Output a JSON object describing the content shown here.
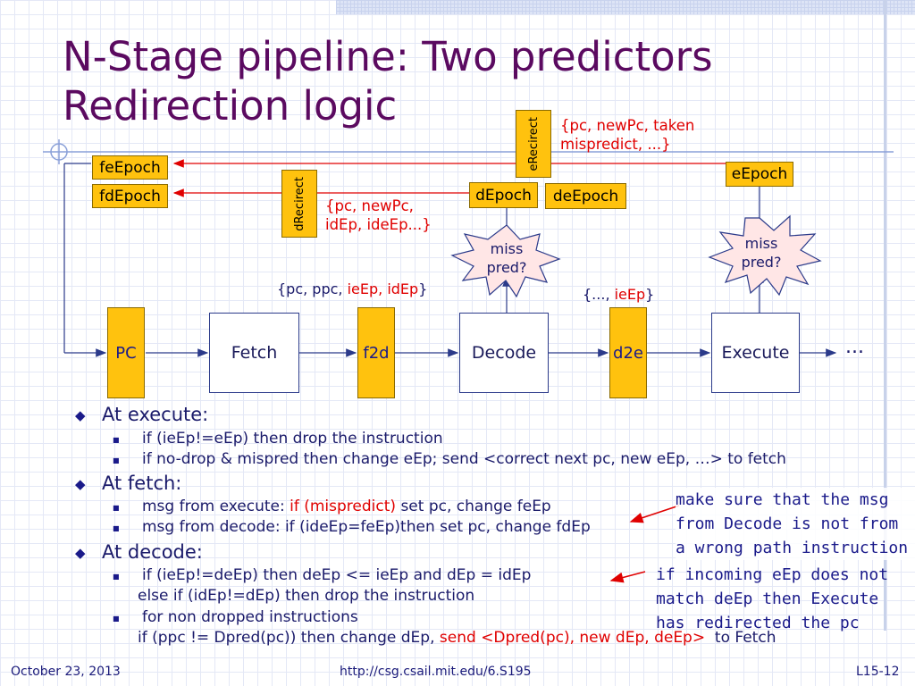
{
  "slide": {
    "title_line1": "N-Stage pipeline: Two predictors",
    "title_line2": "Redirection logic"
  },
  "diagram": {
    "pc": "PC",
    "fetch": "Fetch",
    "f2d": "f2d",
    "decode": "Decode",
    "d2e": "d2e",
    "execute": "Execute",
    "ellipsis": "...",
    "feEpoch": "feEpoch",
    "fdEpoch": "fdEpoch",
    "dEpoch": "dEpoch",
    "deEpoch": "deEpoch",
    "eEpoch": "eEpoch",
    "eRecirect": "eRecirect",
    "dRecirect": "dRecirect",
    "msg_eRecirect_line1": "{pc, newPc, taken",
    "msg_eRecirect_line2": "mispredict, ...}",
    "msg_dRecirect_line1": "{pc, newPc,",
    "msg_dRecirect_line2": "idEp, ideEp...}",
    "miss_pred_line1": "miss",
    "miss_pred_line2": "pred?",
    "f2d_fields_black": "{pc, ppc, ",
    "f2d_fields_red": "ieEp, idEp",
    "f2d_fields_close": "}",
    "d2e_fields_black": "{..., ",
    "d2e_fields_red": "ieEp",
    "d2e_fields_close": "}"
  },
  "bullets": {
    "at_execute": "At execute:",
    "exec_1": "if (ieEp!=eEp) then drop the instruction",
    "exec_2": "if no-drop & mispred then change eEp; send <correct next pc, new eEp, …> to fetch",
    "at_fetch": "At fetch:",
    "fetch_1_a": "msg from execute: ",
    "fetch_1_b": "if (mispredict)",
    "fetch_1_c": " set pc, change feEp",
    "fetch_2": "msg from decode: if (ideEp=feEp)then set pc, change fdEp",
    "at_decode": "At decode:",
    "decode_1": "if (ieEp!=deEp) then deEp <= ieEp and dEp = idEp",
    "decode_1b": "else if (idEp!=dEp) then drop the instruction",
    "decode_2": "for non dropped instructions",
    "decode_2b_a": "if (ppc != Dpred(pc)) then change dEp, ",
    "decode_2b_b": "send <Dpred(pc), new dEp, deEp>",
    "decode_2b_c": "  to Fetch"
  },
  "annotations": {
    "note1_line1": "make sure that the msg",
    "note1_line2": "from Decode is not from",
    "note1_line3": "a wrong path instruction",
    "note2_line1": "if incoming eEp does not",
    "note2_line2": "match deEp then Execute",
    "note2_line3": "has redirected the pc"
  },
  "footer": {
    "date": "October 23, 2013",
    "url": "http://csg.csail.mit.edu/6.S195",
    "slide_number": "L15-12"
  },
  "colors": {
    "title": "#5b0a60",
    "register_fill": "#ffc20e",
    "highlight_red": "#e00000",
    "text_blue": "#1a1a8a"
  }
}
